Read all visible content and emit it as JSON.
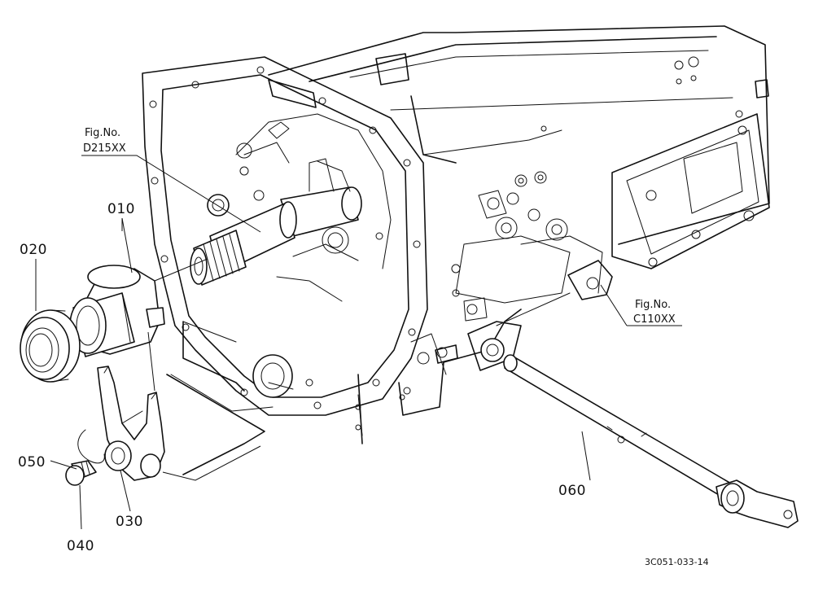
{
  "diagram": {
    "part_labels": {
      "p010": "010",
      "p020": "020",
      "p030": "030",
      "p040": "040",
      "p050": "050",
      "p060": "060"
    },
    "figure_refs": {
      "d215_line1": "Fig.No.",
      "d215_line2": "D215XX",
      "c110_line1": "Fig.No.",
      "c110_line2": "C110XX"
    },
    "drawing_code": "3C051-033-14"
  }
}
